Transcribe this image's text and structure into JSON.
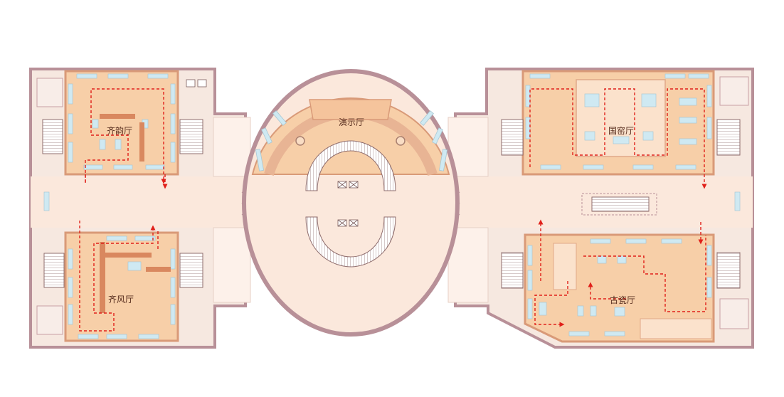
{
  "halls": {
    "qiyun": {
      "label": "齐韵厅"
    },
    "guoyao": {
      "label": "国窑厅"
    },
    "qifeng": {
      "label": "齐风厅"
    },
    "guci": {
      "label": "古瓷厅"
    },
    "yanshi": {
      "label": "演示厅"
    }
  },
  "colors": {
    "outer_wall": "#b89098",
    "wall_fill": "#f6e8e0",
    "corridor": "#fbe8dc",
    "gallery_floor": "#f7cfa8",
    "gallery_border": "#d99a78",
    "showcase": "#cfe9f2",
    "route": "#e0201a",
    "stair": "#ffffff",
    "dark_accent": "#c77a58"
  },
  "icons": {
    "stairs": "stairs-icon",
    "route_arrow": "route-arrow-icon",
    "door": "door-icon"
  }
}
